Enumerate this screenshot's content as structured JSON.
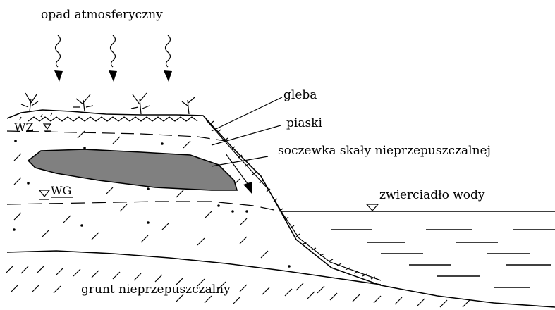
{
  "labels": {
    "precipitation": "opad atmosferyczny",
    "soil": "gleba",
    "sands": "piaski",
    "lens": "soczewka skały nieprzepuszczalnej",
    "water_surface": "zwierciadło wody",
    "impermeable_ground": "grunt nieprzepuszczalny",
    "wz": "WZ",
    "wg": "WG"
  },
  "colors": {
    "lens_fill": "#808080",
    "ink": "#000000",
    "background": "#ffffff"
  }
}
